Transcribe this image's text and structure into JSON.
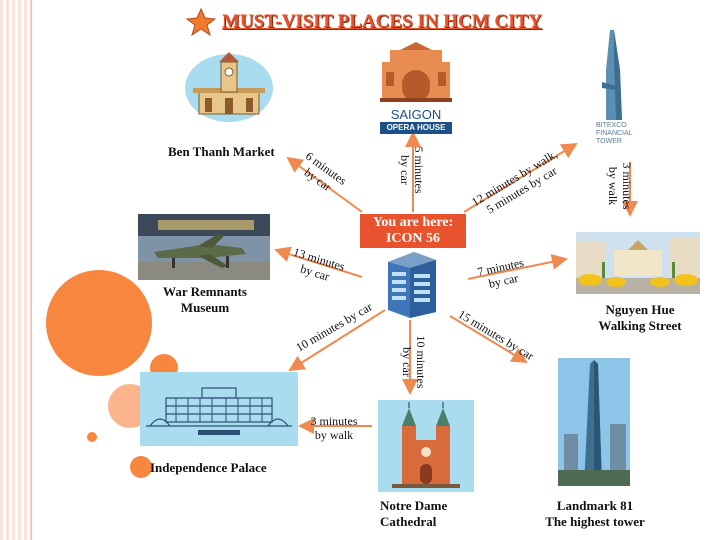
{
  "title": "MUST-VISIT PLACES IN HCM CITY",
  "center": {
    "line1": "You are here:",
    "line2": "ICON 56"
  },
  "places": {
    "ben_thanh": "Ben Thanh Market",
    "opera": {
      "logo1": "SAIGON",
      "logo2": "OPERA HOUSE"
    },
    "bitexco": {
      "logo1": "BITEXCO",
      "logo2": "FINANCIAL",
      "logo3": "TOWER"
    },
    "war_remnants": {
      "line1": "War Remnants",
      "line2": "Museum"
    },
    "nguyen_hue": {
      "line1": "Nguyen Hue",
      "line2": "Walking Street"
    },
    "independence": "Independence Palace",
    "notre_dame": {
      "line1": "Notre Dame",
      "line2": "Cathedral"
    },
    "landmark": {
      "line1": "Landmark 81",
      "line2": "The highest tower"
    }
  },
  "times": {
    "ben_thanh": {
      "line1": "6 minutes",
      "line2": "by car"
    },
    "opera": {
      "line1": "5 minutes",
      "line2": "by car"
    },
    "bitexco": {
      "line1": "12 minutes by walk,",
      "line2": "5 minutes by car"
    },
    "bitexco_walk": {
      "line1": "3 minutes",
      "line2": "by walk"
    },
    "war_remnants": {
      "line1": "13 minutes",
      "line2": "by car"
    },
    "nguyen_hue": {
      "line1": "7 minutes",
      "line2": "by car"
    },
    "independence": "10 minutes by car",
    "independence_walk": {
      "line1": "3 minutes",
      "line2": "by walk"
    },
    "notre_dame": {
      "line1": "10 minutes",
      "line2": "by car"
    },
    "landmark": "15 minutes by car"
  },
  "colors": {
    "accent": "#e8532d",
    "arrow": "#f0894f",
    "circle": "#f7863f",
    "sky": "#a9dcef"
  },
  "icons": [
    "star-icon",
    "market-icon",
    "opera-house-icon",
    "bitexco-tower-icon",
    "war-museum-icon",
    "center-building-icon",
    "nguyen-hue-icon",
    "independence-palace-icon",
    "notre-dame-icon",
    "landmark81-icon"
  ]
}
